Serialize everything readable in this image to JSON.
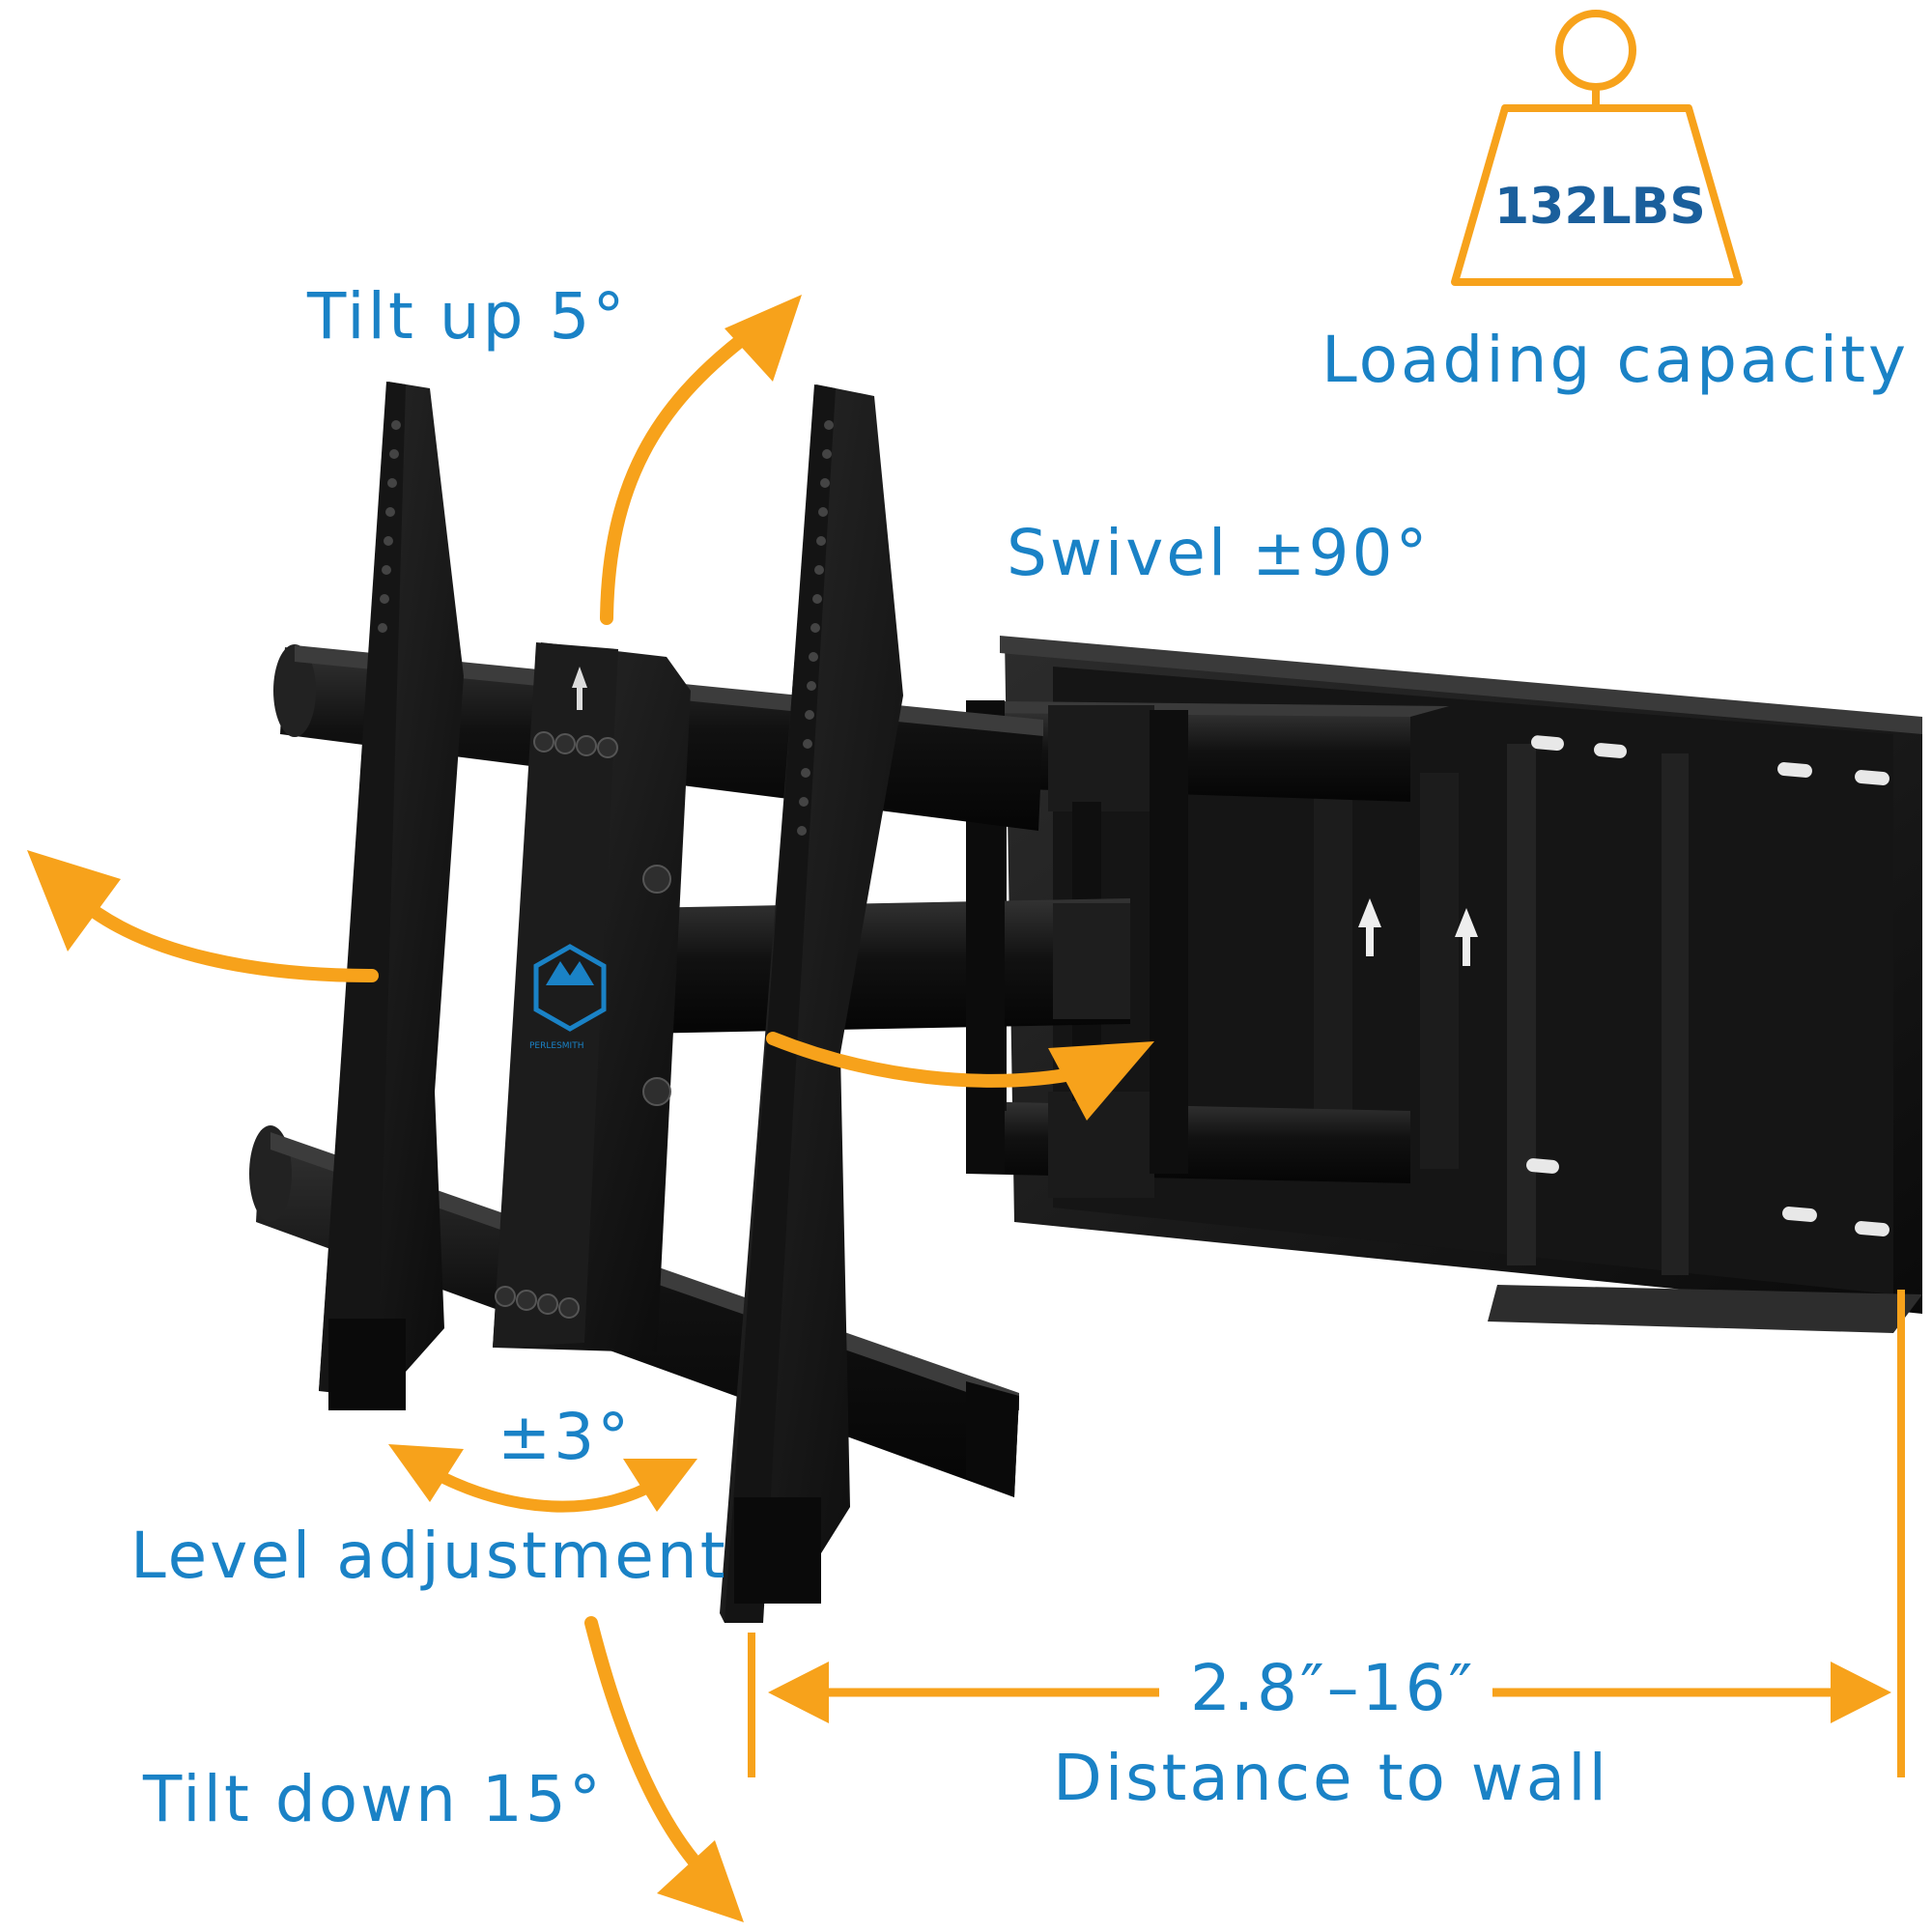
{
  "colors": {
    "accent": "#f7a21b",
    "label": "#1a82c6",
    "mount": "#111111"
  },
  "weight": {
    "value": "132LBS",
    "caption": "Loading capacity"
  },
  "labels": {
    "tilt_up": "Tilt up 5°",
    "swivel": "Swivel ±90°",
    "level_angle": "±3°",
    "level_caption": "Level adjustment",
    "tilt_down": "Tilt down 15°",
    "distance_value": "2.8″–16″",
    "distance_caption": "Distance to wall"
  },
  "logo": {
    "text": "PERLESMITH"
  }
}
